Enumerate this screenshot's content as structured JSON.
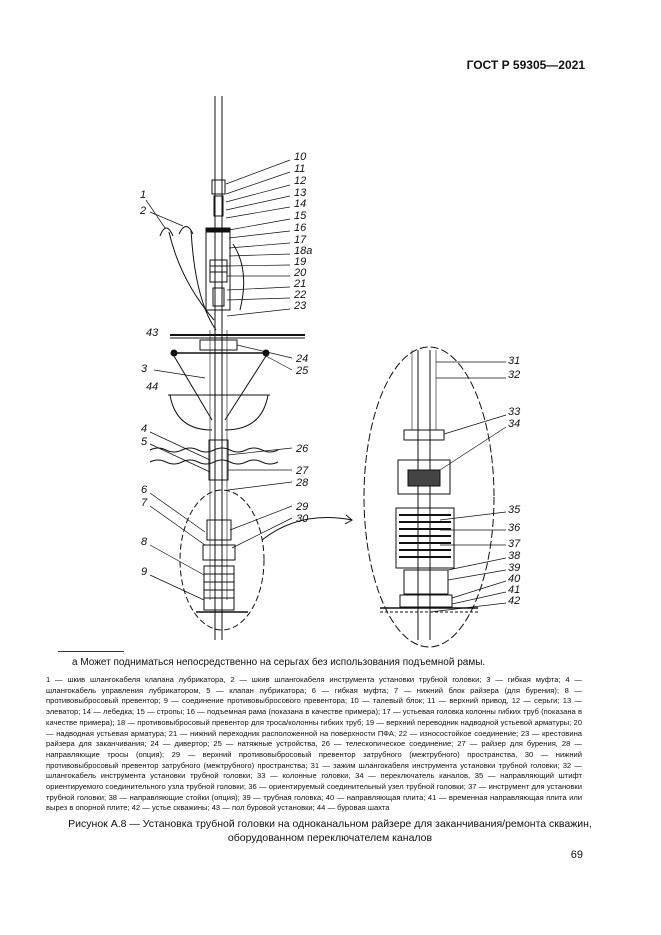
{
  "header": {
    "standard": "ГОСТ Р 59305—2021"
  },
  "figure": {
    "callouts_right": [
      "10",
      "11",
      "12",
      "13",
      "14",
      "15",
      "16",
      "17",
      "18а",
      "19",
      "20",
      "21",
      "22",
      "23"
    ],
    "callouts_left_top": [
      "1",
      "2"
    ],
    "callout_43": "43",
    "callout_44": "44",
    "callouts_mid_right": [
      "24",
      "25",
      "26",
      "27",
      "28",
      "29",
      "30"
    ],
    "callouts_left_mid": [
      "3",
      "4",
      "5",
      "6",
      "7",
      "8",
      "9"
    ],
    "callouts_detail": [
      "31",
      "32",
      "33",
      "34",
      "35",
      "36",
      "37",
      "38",
      "39",
      "40",
      "41",
      "42"
    ]
  },
  "footnote": "а Может подниматься непосредственно на серьгах без использования подъемной рамы.",
  "legend": [
    "1 — шкив шлангокабеля клапана лубрикатора, 2 — шкив шлангокабеля инструмента установки трубной головки; 3 — гибкая муфта; 4 — шлангокабель управления лубрикатором, 5 — клапан лубрикатора; 6 — гибкая муфта; 7 — нижний блок райзера (для бурения); 8 — противовыбросовый превентор; 9 — соединение противовыбросового превентора; 10 — талевый блок; 11 — верхний привод, 12 — серьги; 13 — элеватор; 14 — лебедка; 15 — стропы; 16 — подъемная рама (показана в качестве примера); 17 — устьевая головка колонны гибких труб (показана в качестве примера); 18 — противовыбросовый превентор для троса/колонны гибких труб; 19 — верхний переводник надводной устьевой арматуры; 20 — надводная устьевая арматура; 21 — нижний переходник расположенной на поверхности ПФА; 22 — износостойкое соединение; 23 — крестовина райзера для заканчивания; 24 — дивертор; 25 — натяжные устройства, 26 — телескопическое соединение; 27 — райзер для бурения, 28 — направляющие тросы (опция); 29 — верхний противовыбросовый превентор затрубного (межтрубного) пространства, 30 — нижний противовыбросовый превентор затрубного (межтрубного) пространства; 31 — зажим шлангокабеля инструмента установки трубной головки; 32 — шлангокабель инструмента установки трубной головки; 33 — колонные головки, 34 — переключатель каналов, 35 — направляющий штифт ориентируемого соединительного узла трубной головки; 36 — ориентируемый соединительный узел трубной головки; 37 — инструмент для установки трубной головки; 38 — направляющие стойки (опция); 39 — трубная головка; 40 — направляющая плита; 41 — временная направляющая плита или вырез в опорной плите; 42 — устье скважины; 43 — пол буровой установки; 44 — буровая шахта"
  ],
  "caption": {
    "line1": "Рисунок А.8 — Установка трубной головки на одноканальном райзере для заканчивания/ремонта скважин,",
    "line2": "оборудованном переключателем каналов"
  },
  "page_number": "69"
}
